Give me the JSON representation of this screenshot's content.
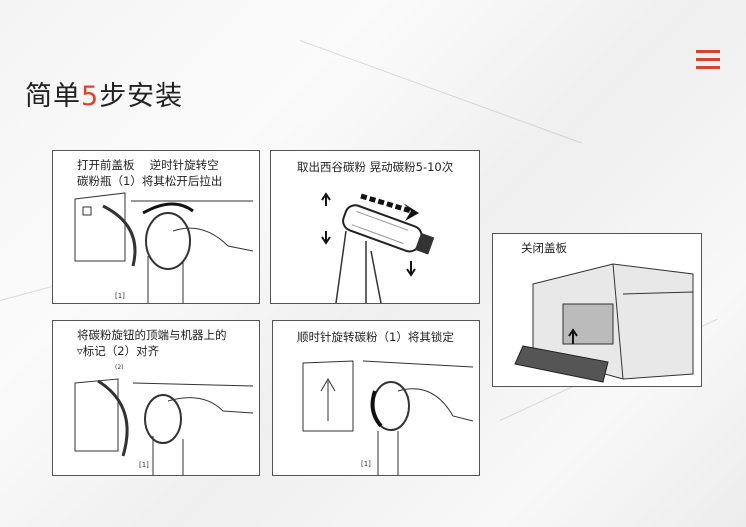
{
  "header": {
    "title_prefix": "简单",
    "title_number": "5",
    "title_suffix": "步安装",
    "menu_icon": "hamburger-icon",
    "accent": "#d9452b"
  },
  "steps": [
    {
      "line1": "打开前盖板　 逆时针旋转空",
      "line2": "碳粉瓶（1）将其松开后拉出",
      "label": "[1]"
    },
    {
      "line1": "取出西谷碳粉 晃动碳粉5-10次"
    },
    {
      "line1": "将碳粉旋钮的顶端与机器上的",
      "line2": "▿标记（2）对齐",
      "label": "[1]",
      "label2": "(2)"
    },
    {
      "line1": "顺时针旋转碳粉（1）将其锁定",
      "label": "[1]"
    },
    {
      "line1": "关闭盖板"
    }
  ]
}
